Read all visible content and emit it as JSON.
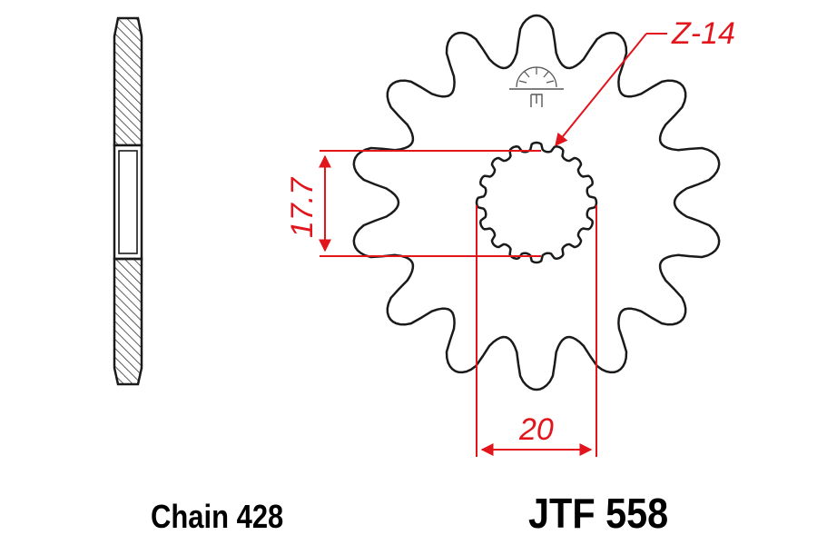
{
  "drawing": {
    "tooth_label": "Z-14",
    "spline_dimension": "17.7",
    "bore_dimension": "20",
    "chain_label": "Chain 428",
    "part_number": "JTF 558",
    "colors": {
      "outline": "#1a1a1a",
      "dimension": "#e2151c",
      "hatch": "#333333",
      "background": "#ffffff"
    },
    "icons": [
      "sun-logo-icon"
    ]
  }
}
